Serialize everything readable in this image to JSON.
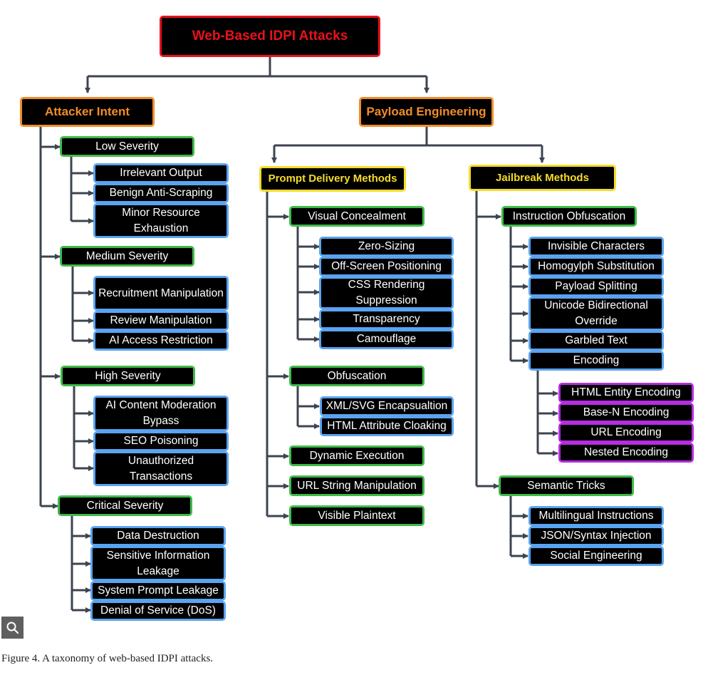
{
  "root": {
    "label": "Web-Based IDPI Attacks"
  },
  "attacker_intent": {
    "label": "Attacker Intent",
    "groups": [
      {
        "label": "Low Severity",
        "items": [
          "Irrelevant Output",
          "Benign Anti-Scraping",
          "Minor Resource Exhaustion"
        ]
      },
      {
        "label": "Medium Severity",
        "items": [
          "Recruitment Manipulation",
          "Review Manipulation",
          "AI Access Restriction"
        ]
      },
      {
        "label": "High Severity",
        "items": [
          "AI Content Moderation Bypass",
          "SEO Poisoning",
          "Unauthorized Transactions"
        ]
      },
      {
        "label": "Critical Severity",
        "items": [
          "Data Destruction",
          "Sensitive Information Leakage",
          "System Prompt Leakage",
          "Denial of Service (DoS)"
        ]
      }
    ]
  },
  "payload_engineering": {
    "label": "Payload Engineering",
    "prompt_delivery": {
      "label": "Prompt Delivery Methods",
      "groups": [
        {
          "label": "Visual Concealment",
          "items": [
            "Zero-Sizing",
            "Off-Screen Positioning",
            "CSS Rendering Suppression",
            "Transparency",
            "Camouflage"
          ]
        },
        {
          "label": "Obfuscation",
          "items": [
            "XML/SVG Encapsualtion",
            "HTML Attribute Cloaking"
          ]
        },
        {
          "label": "Dynamic Execution",
          "items": []
        },
        {
          "label": "URL String Manipulation",
          "items": []
        },
        {
          "label": "Visible Plaintext",
          "items": []
        }
      ]
    },
    "jailbreak": {
      "label": "Jailbreak Methods",
      "groups": [
        {
          "label": "Instruction Obfuscation",
          "items": [
            "Invisible Characters",
            "Homogylph Substitution",
            "Payload Splitting",
            "Unicode Bidirectional Override",
            "Garbled Text",
            "Encoding"
          ],
          "encoding_items": [
            "HTML Entity Encoding",
            "Base-N Encoding",
            "URL Encoding",
            "Nested Encoding"
          ]
        },
        {
          "label": "Semantic Tricks",
          "items": [
            "Multilingual Instructions",
            "JSON/Syntax Injection",
            "Social Engineering"
          ]
        }
      ]
    }
  },
  "colors": {
    "root": "#e8121c",
    "level1": "#f28c28",
    "level2": "#f5dc2a",
    "group": "#3fba4a",
    "leaf": "#5aa3f0",
    "sub_leaf": "#b52ee0",
    "connector": "#3d4450"
  },
  "toolbar": {
    "zoom_icon": "magnifier-icon"
  },
  "caption": "Figure 4. A taxonomy of web-based IDPI attacks."
}
